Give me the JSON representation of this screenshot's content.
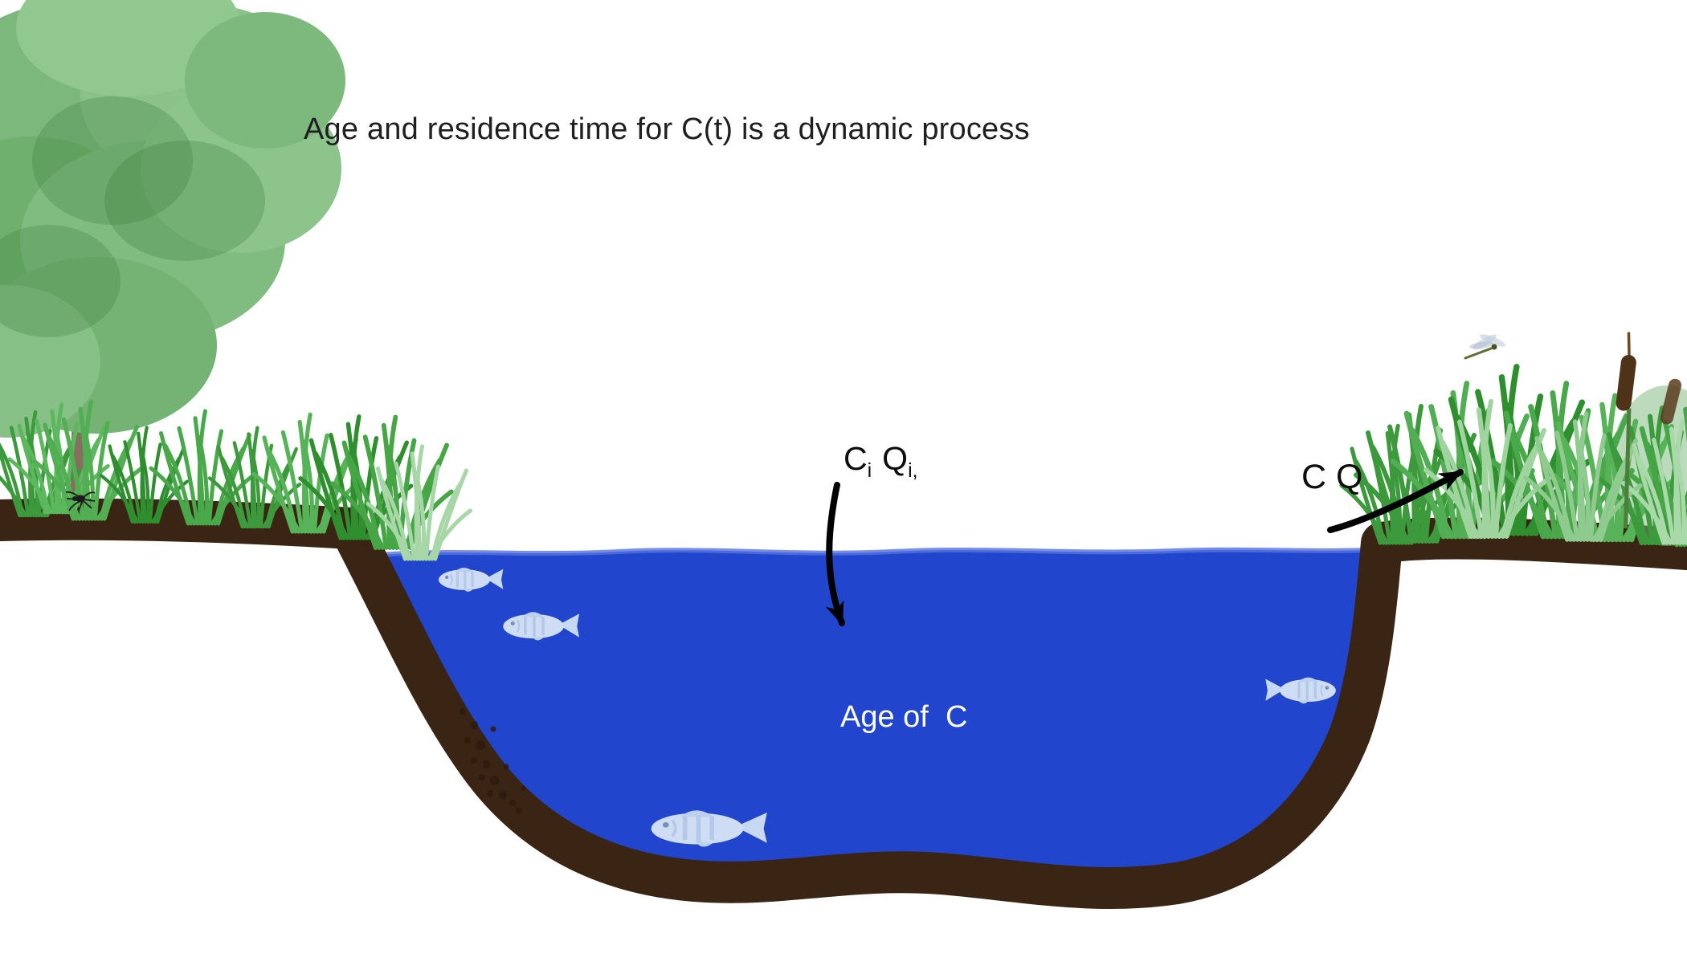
{
  "diagram": {
    "title": "Age and residence time for C(t) is a dynamic process",
    "inflow_label": {
      "c": "C",
      "c_sub": "i",
      "q": "Q",
      "q_sub": "i,"
    },
    "outflow_label": "C Q",
    "water_label": "Age of  C"
  },
  "colors": {
    "water": "#2146cd",
    "ground": "#3a2413",
    "arrow": "#000000",
    "text": "#1f1f1f",
    "water_text": "#ffffff"
  },
  "scene": {
    "elements": [
      "tree",
      "grass",
      "pond-water",
      "pond-basin",
      "perch-fish",
      "carp-fish",
      "dragonfly",
      "cattail",
      "spider",
      "inflow-arrow",
      "outflow-arrow",
      "sediment-speckles"
    ]
  }
}
